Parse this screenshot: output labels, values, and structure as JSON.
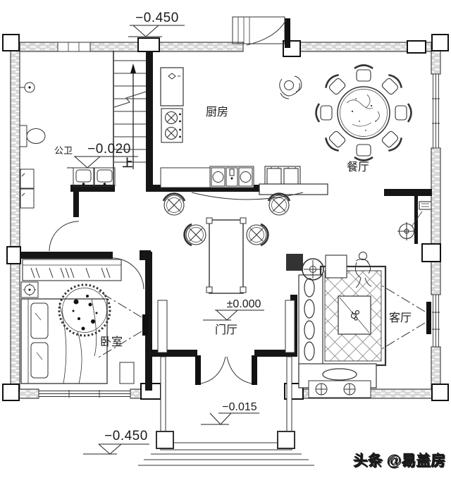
{
  "floorplan": {
    "rooms": {
      "kitchen": "厨房",
      "dining": "餐厅",
      "bathroom": "公卫",
      "bedroom": "卧室",
      "foyer": "门厅",
      "living": "客厅"
    },
    "elevations": {
      "top": "−0.450",
      "bathroom": "−0.020",
      "foyer": "±0.000",
      "porch": "−0.015",
      "bottom": "−0.450"
    },
    "stairs": {
      "direction_label": "上"
    },
    "watermark": "头条 @易盖房",
    "colors": {
      "line": "#1b1b1b",
      "wall_hatch": "#d8d8d8",
      "watermark": "#949494"
    }
  }
}
